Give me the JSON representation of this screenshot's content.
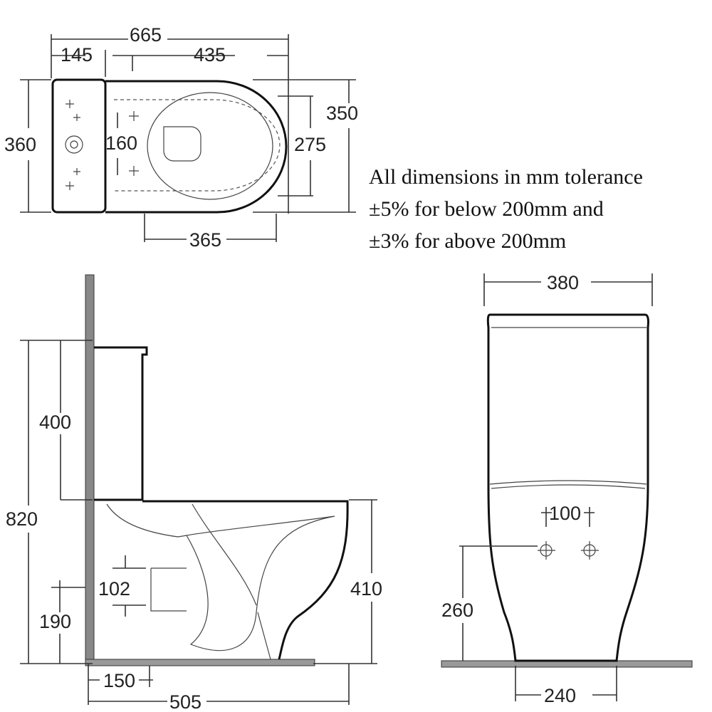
{
  "plan_view": {
    "overall_length": "665",
    "cistern_depth": "145",
    "bowl_length": "435",
    "overall_width": "360",
    "fixing_centres": "160",
    "seat_width": "275",
    "bowl_width": "350",
    "projection": "365"
  },
  "note": {
    "line1": "All dimensions in mm tolerance",
    "line2": "±5% for below 200mm and",
    "line3": "±3% for above 200mm"
  },
  "side_view": {
    "cistern_height": "400",
    "overall_height": "820",
    "outlet_height": "102",
    "outlet_centre": "190",
    "pan_height": "410",
    "wall_to_outlet": "150",
    "overall_projection": "505"
  },
  "front_view": {
    "overall_width": "380",
    "fixing_centres": "100",
    "fixing_height": "260",
    "base_width": "240"
  }
}
